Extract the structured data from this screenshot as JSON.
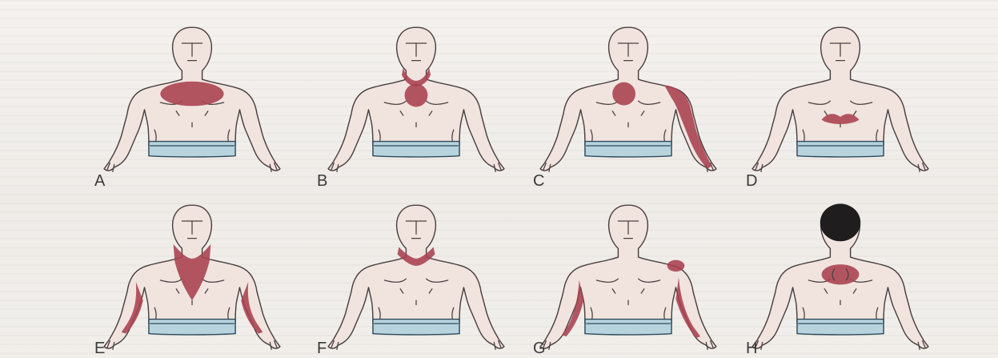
{
  "figure": {
    "panels": [
      {
        "id": "A",
        "label": "A",
        "view": "front",
        "pain_regions": [
          "chest-broad"
        ]
      },
      {
        "id": "B",
        "label": "B",
        "view": "front",
        "pain_regions": [
          "chest-center",
          "neck-band"
        ]
      },
      {
        "id": "C",
        "label": "C",
        "view": "front",
        "pain_regions": [
          "chest-center",
          "left-shoulder",
          "left-arm"
        ]
      },
      {
        "id": "D",
        "label": "D",
        "view": "front",
        "pain_regions": [
          "epigastric"
        ]
      },
      {
        "id": "E",
        "label": "E",
        "view": "front",
        "pain_regions": [
          "neck-to-sternum",
          "both-arms"
        ]
      },
      {
        "id": "F",
        "label": "F",
        "view": "front",
        "pain_regions": [
          "neck-band"
        ]
      },
      {
        "id": "G",
        "label": "G",
        "view": "front",
        "pain_regions": [
          "left-shoulder",
          "left-arm"
        ]
      },
      {
        "id": "H",
        "label": "H",
        "view": "back",
        "pain_regions": [
          "interscapular"
        ]
      }
    ],
    "colors": {
      "pain": "#a8404e",
      "skin": "#f1e4df",
      "underwear": "#b6d3de",
      "hair": "#1f1d1d"
    }
  }
}
